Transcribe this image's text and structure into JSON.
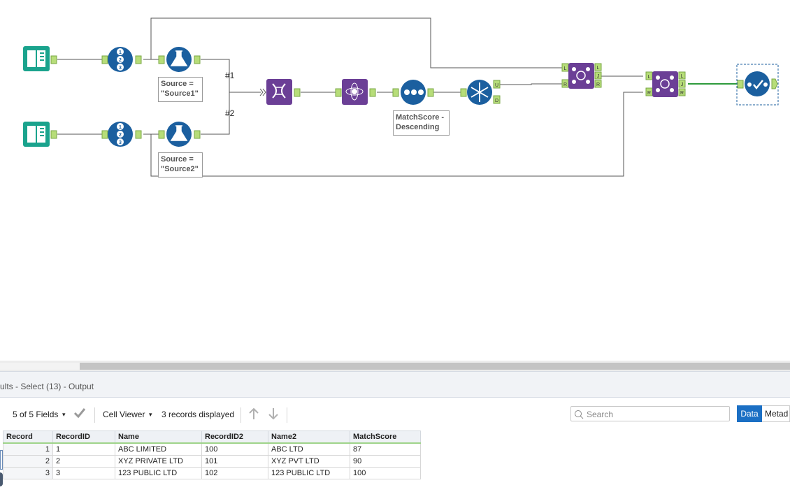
{
  "workflow": {
    "annotations": {
      "filter1": "Source =\n\"Source1\"",
      "filter2": "Source =\n\"Source2\"",
      "sort": "MatchScore -\nDescending"
    },
    "connection_labels": [
      "#1",
      "#2"
    ],
    "anchor_labels": {
      "join_left": "L",
      "join_right": "R",
      "join_out_l": "L",
      "join_out_j": "J",
      "join_out_r": "R",
      "unique_u": "U",
      "unique_d": "D"
    },
    "tool_icons": [
      "input-data-icon",
      "record-id-icon",
      "formula-icon",
      "union-icon",
      "fuzzy-match-icon",
      "make-group-icon",
      "sort-icon",
      "unique-icon",
      "join-icon",
      "select-icon"
    ]
  },
  "results": {
    "title": "ults - Select (13) - Output",
    "fields_label": "5 of 5 Fields",
    "viewer_label": "Cell Viewer",
    "records_displayed": "3 records displayed",
    "search_placeholder": "Search",
    "data_tab": "Data",
    "metadata_tab": "Metad",
    "columns": [
      "Record",
      "RecordID",
      "Name",
      "RecordID2",
      "Name2",
      "MatchScore"
    ],
    "rows": [
      [
        "1",
        "1",
        "ABC LIMITED",
        "100",
        "ABC LTD",
        "87"
      ],
      [
        "2",
        "2",
        "XYZ PRIVATE LTD",
        "101",
        "XYZ PVT LTD",
        "90"
      ],
      [
        "3",
        "3",
        "123 PUBLIC LTD",
        "102",
        "123 PUBLIC LTD",
        "100"
      ]
    ]
  },
  "colors": {
    "input_tool": "#1aa38d",
    "prep_tool": "#1b5f9f",
    "join_tool": "#6b3f96",
    "anchor": "#b7dd79",
    "data_tab": "#1b6fc4"
  }
}
